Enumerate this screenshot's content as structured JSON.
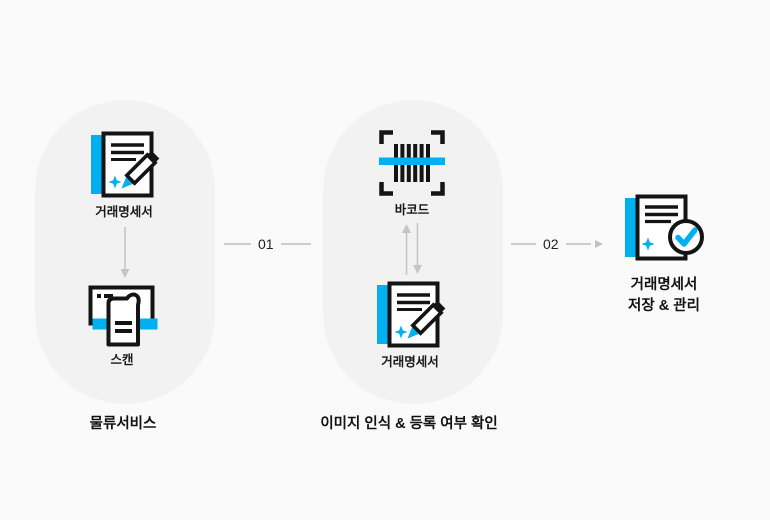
{
  "theme": {
    "accent_blue": "#00b0f0",
    "ink": "#141414",
    "flow_gray": "#c5c5c5",
    "pill_background": "#f2f2f2",
    "page_background": "#fafafa"
  },
  "stages": [
    {
      "title": "물류서비스",
      "items": [
        {
          "icon": "document-pencil-icon",
          "label": "거래명세서"
        },
        {
          "icon": "scanner-icon",
          "label": "스캔"
        }
      ]
    },
    {
      "title": "이미지 인식 & 등록 여부 확인",
      "items": [
        {
          "icon": "barcode-icon",
          "label": "바코드"
        },
        {
          "icon": "document-pencil-icon",
          "label": "거래명세서"
        }
      ]
    },
    {
      "title_line1": "거래명세서",
      "title_line2": "저장 & 관리",
      "items": [
        {
          "icon": "document-check-icon"
        }
      ]
    }
  ],
  "connectors": [
    {
      "label": "01"
    },
    {
      "label": "02"
    }
  ]
}
